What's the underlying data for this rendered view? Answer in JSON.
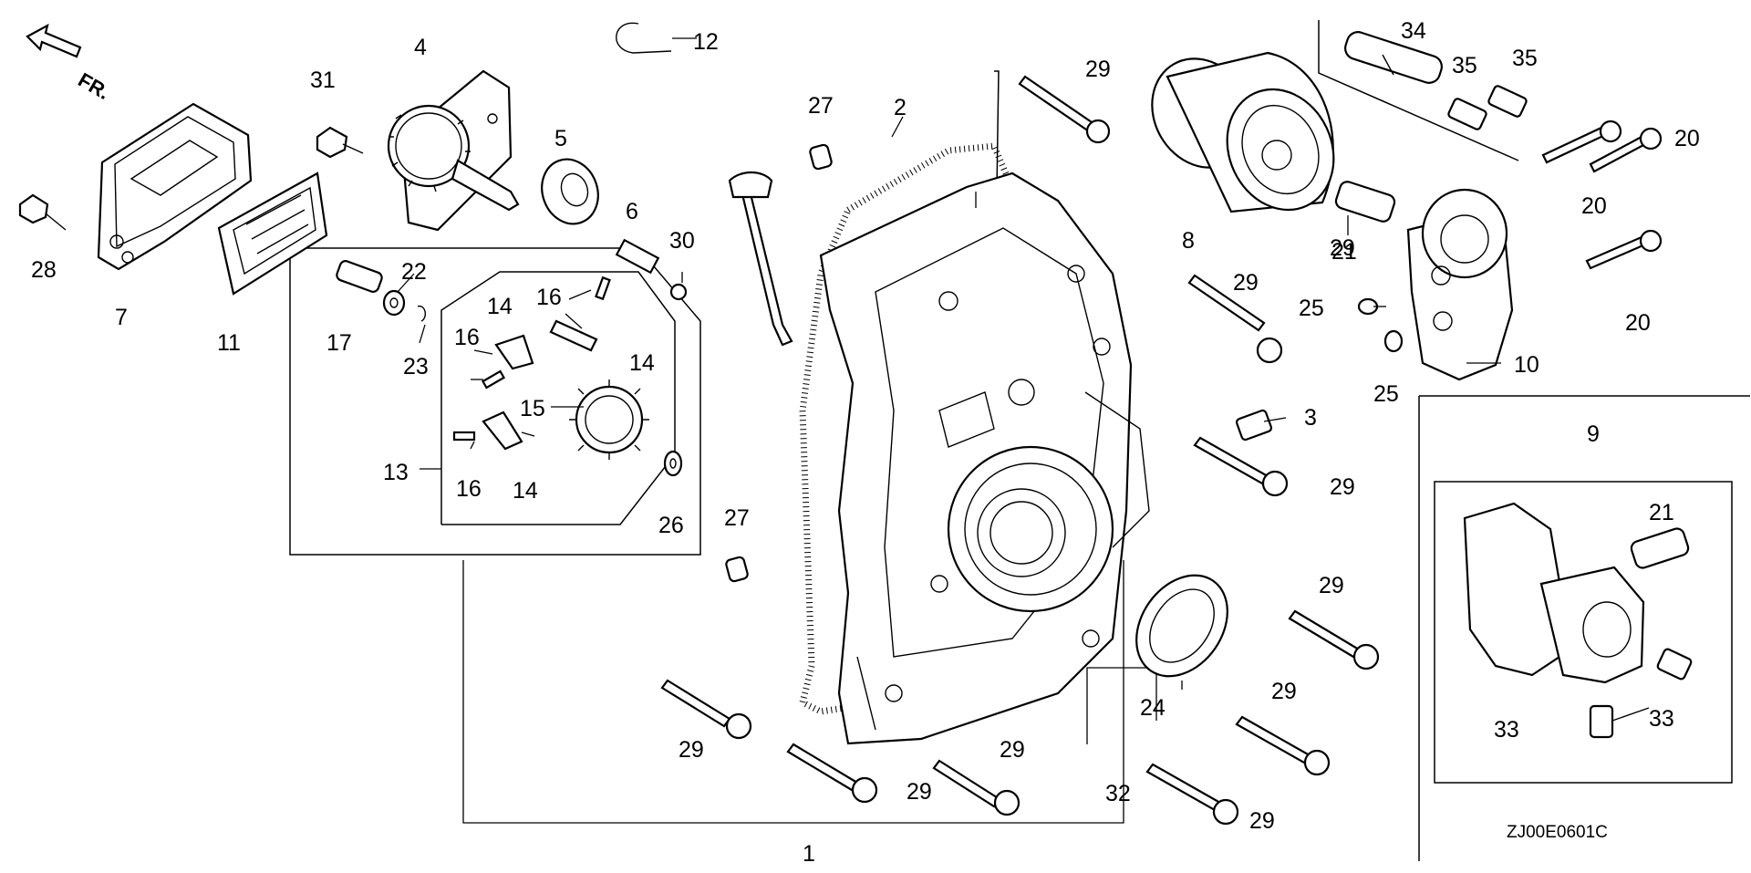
{
  "diagram": {
    "orientation_label": "FR.",
    "drawing_code": "ZJ00E0601C",
    "callouts": {
      "c1": "1",
      "c2": "2",
      "c3": "3",
      "c4": "4",
      "c5": "5",
      "c6": "6",
      "c7": "7",
      "c8": "8",
      "c9": "9",
      "c10": "10",
      "c11": "11",
      "c12": "12",
      "c13": "13",
      "c14": "14",
      "c15": "15",
      "c16": "16",
      "c17": "17",
      "c20": "20",
      "c21": "21",
      "c22": "22",
      "c23": "23",
      "c24": "24",
      "c25": "25",
      "c26": "26",
      "c27": "27",
      "c28": "28",
      "c29": "29",
      "c30": "30",
      "c31": "31",
      "c32": "32",
      "c33": "33",
      "c34": "34",
      "c35": "35"
    }
  }
}
